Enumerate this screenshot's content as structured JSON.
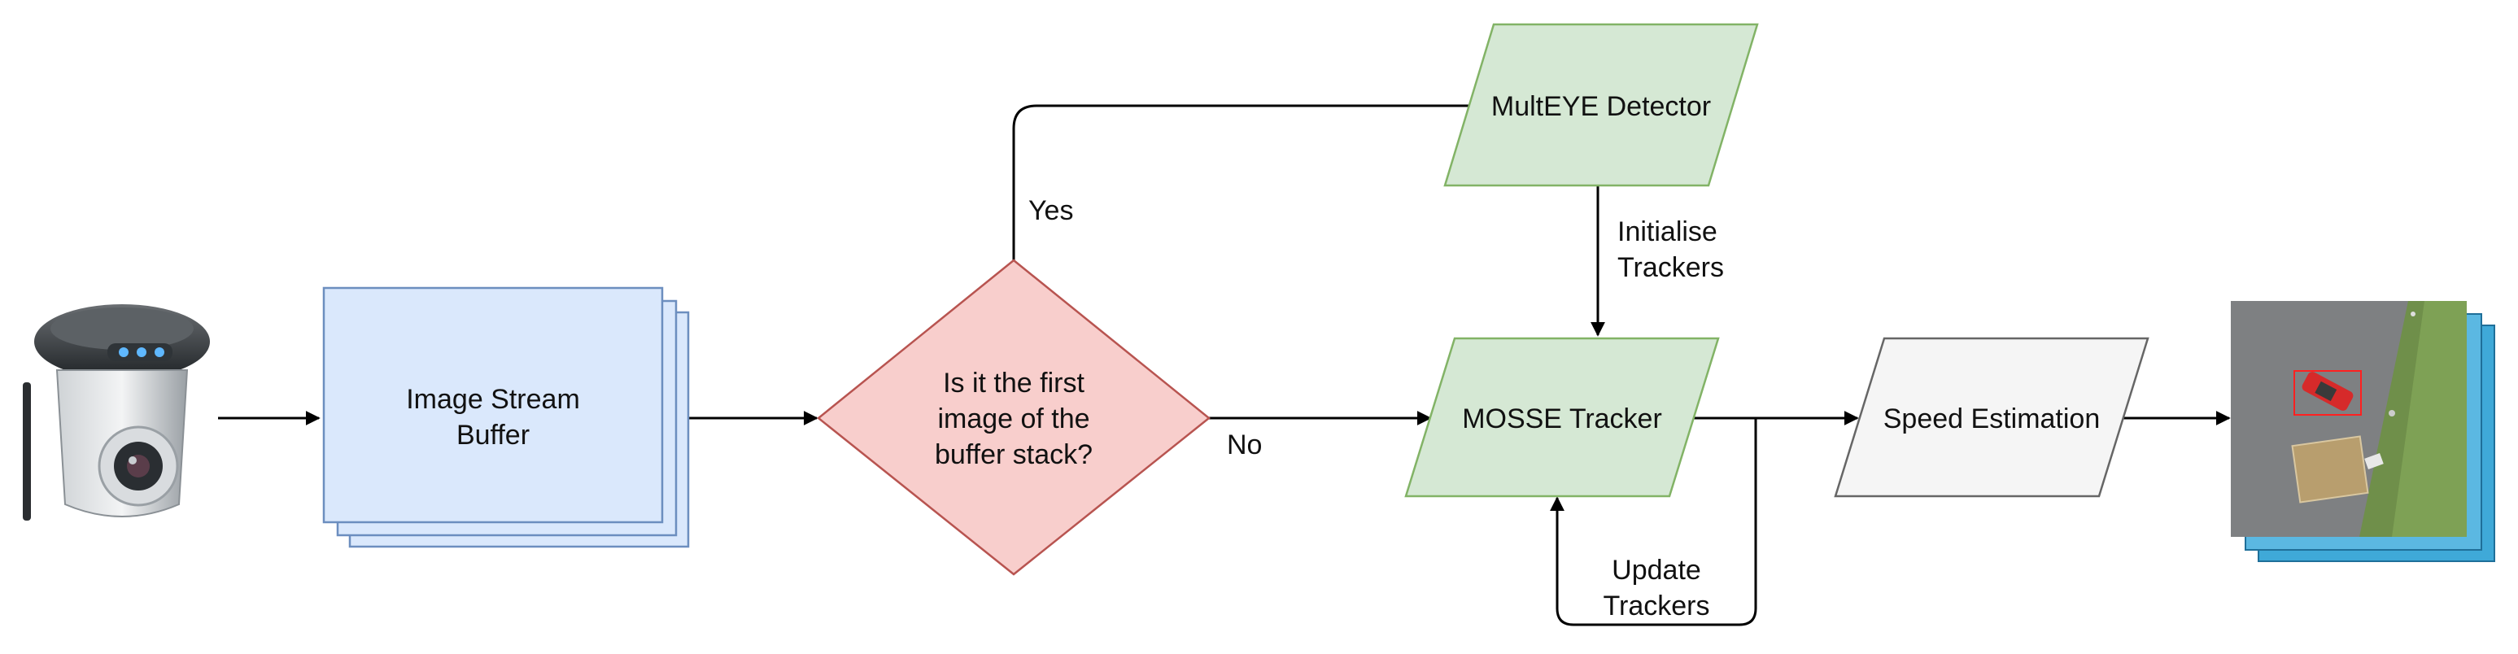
{
  "nodes": {
    "buffer": {
      "line1": "Image Stream",
      "line2": "Buffer"
    },
    "decision": {
      "line1": "Is it the first",
      "line2": "image of the",
      "line3": "buffer stack?"
    },
    "detector": {
      "label": "MultEYE Detector"
    },
    "tracker": {
      "label": "MOSSE Tracker"
    },
    "speed": {
      "label": "Speed Estimation"
    }
  },
  "edges": {
    "yes": "Yes",
    "no": "No",
    "init_line1": "Initialise",
    "init_line2": "Trackers",
    "update_line1": "Update",
    "update_line2": "Trackers"
  },
  "colors": {
    "buffer_fill": "#dae8fc",
    "buffer_stroke": "#6c8ebf",
    "decision_fill": "#f8cecc",
    "decision_stroke": "#b85450",
    "process_fill": "#d5e8d4",
    "process_stroke": "#82b366",
    "speed_fill": "#f5f5f5",
    "speed_stroke": "#666666",
    "output_stack": "#3fa9d8"
  },
  "icons": {
    "camera": "ptz-camera-icon",
    "output": "aerial-image-stack-icon"
  }
}
